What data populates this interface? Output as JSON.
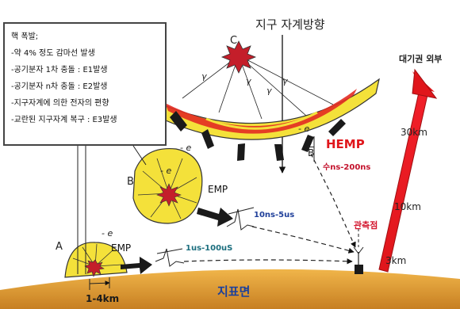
{
  "legend": {
    "title": "핵 폭발;",
    "items": [
      "-약 4% 정도 감마선 발생",
      "-공기분자 1차 충돌 : E1발생",
      "-공기분자 n차 충돌 : E2발생",
      "-지구자계에 의한 전자의 편향",
      "-교란된 지구자계 복구 : E3발생"
    ]
  },
  "labels": {
    "magnetic_direction": "지구 자계방향",
    "atmosphere_outside": "대기권 외부",
    "hemp": "HEMP",
    "hemp_time": "수ns-200ns",
    "altitude_30": "30km",
    "altitude_10": "10km",
    "altitude_3": "3km",
    "burst_a": "A",
    "burst_b": "B",
    "burst_c": "C",
    "emp_b": "EMP",
    "emp_a": "EMP",
    "time_b": "10ns-5us",
    "time_a": "1us-100uS",
    "electron_1": "- e",
    "electron_2": "- e",
    "electron_3": "- e",
    "electron_4": "- e",
    "gamma_1": "γ",
    "gamma_2": "γ",
    "gamma_3": "γ",
    "gamma_4": "γ",
    "field_b": "B",
    "observation_point": "관측점",
    "ground_surface": "지표면",
    "distance": "1-4km"
  },
  "colors": {
    "ground": "#d9952e",
    "burst_region": "#f4e13a",
    "explosion_core": "#c41e2a",
    "hemp_text": "#e0161b",
    "blue_text": "#1a3f9c",
    "altitude_arrow": "#e0161b"
  }
}
